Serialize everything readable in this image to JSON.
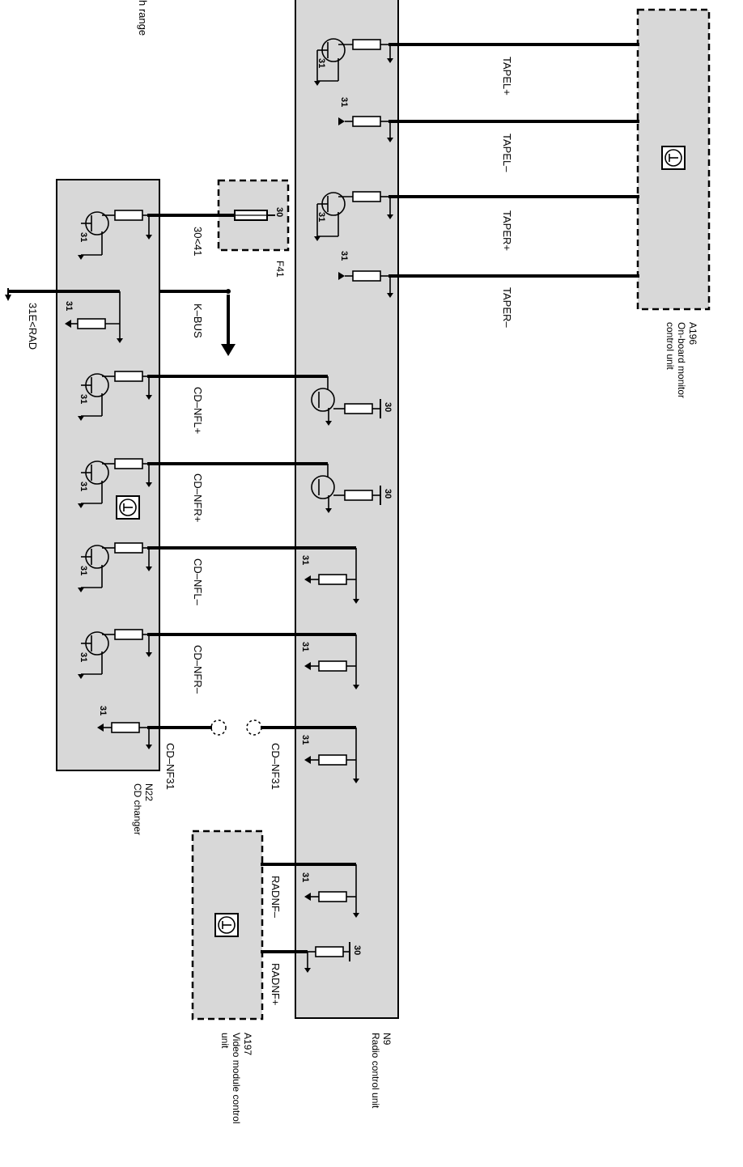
{
  "components": {
    "n22": {
      "code": "N22",
      "name": "CD changer"
    },
    "n9": {
      "code": "N9",
      "name": "Radio control unit"
    },
    "a196": {
      "code": "A196",
      "name1": "On-board monitor",
      "name2": "control unit"
    },
    "a197": {
      "code": "A197",
      "name1": "Video module control",
      "name2": "unit"
    },
    "f41": {
      "code": "F41"
    }
  },
  "signals": {
    "tapel_plus": "TAPEL+",
    "tapel_minus": "TAPEL–",
    "taper_plus": "TAPER+",
    "taper_minus": "TAPER–",
    "power_30_41": "30<41",
    "kbus": "K–BUS",
    "cd_nfl_plus": "CD–NFL+",
    "cd_nfr_plus": "CD–NFR+",
    "cd_nfl_minus": "CD–NFL–",
    "cd_nfr_minus": "CD–NFR–",
    "cd_nf31_left": "CD–NF31",
    "cd_nf31_right": "CD–NF31",
    "radnf_minus": "RADNF–",
    "radnf_plus": "RADNF+",
    "ground_31e": "31E<RAD"
  },
  "partial_text": "h range",
  "terminals": {
    "t30": "30",
    "t31": "31"
  }
}
